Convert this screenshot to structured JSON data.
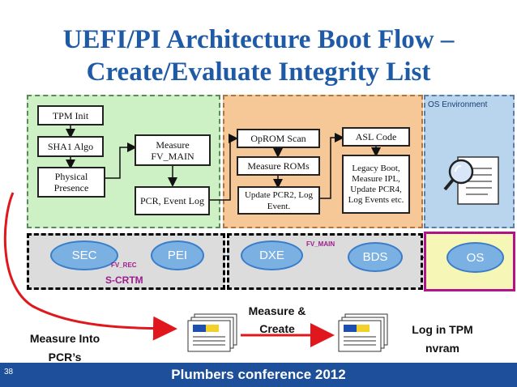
{
  "title": {
    "line1": "UEFI/PI Architecture Boot Flow –",
    "line2": "Create/Evaluate Integrity List"
  },
  "pei_boxes": {
    "tpm_init": "TPM Init",
    "sha1": "SHA1 Algo",
    "physical_presence": "Physical Presence",
    "measure_fv": "Measure FV_MAIN",
    "pcr_event_log": "PCR, Event Log"
  },
  "dxe_boxes": {
    "oprom_scan": "OpROM Scan",
    "measure_roms": "Measure ROMs",
    "update_pcr2": "Update PCR2, Log Event.",
    "asl_code": "ASL Code",
    "legacy_boot": "Legacy Boot, Measure IPL, Update PCR4, Log Events etc."
  },
  "os_env_label": "OS Environment",
  "phases": {
    "sec": "SEC",
    "pei": "PEI",
    "dxe": "DXE",
    "bds": "BDS",
    "os": "OS"
  },
  "flow_labels": {
    "fv_rec": "FV_REC",
    "fv_main": "FV_MAIN",
    "s_crtm": "S-CRTM"
  },
  "bottom": {
    "measure_into": "Measure Into PCR’s",
    "measure_create": "Measure & Create",
    "log_in_tpm": "Log in TPM nvram"
  },
  "footer": {
    "page": "38",
    "text": "Plumbers conference 2012"
  },
  "colors": {
    "title": "#1f5aa6",
    "pei_region": "#cdf0c4",
    "dxe_region": "#f6c898",
    "os_region": "#b9d5ee",
    "phase_fill": "#7ab0e2",
    "os_phase_bg": "#f6f6b6",
    "red_arrow": "#e0171c",
    "footer_bar": "#1d4f9a"
  }
}
